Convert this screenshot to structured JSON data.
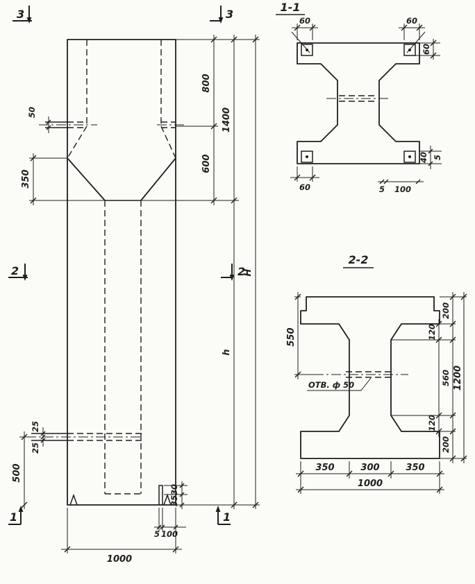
{
  "colors": {
    "ink": "#1e1e1e",
    "paper": "#fbfbf7"
  },
  "elevation": {
    "marks": {
      "m3": "3",
      "m2": "2",
      "m1": "1"
    },
    "dims": {
      "d800": "800",
      "d1400": "1400",
      "d600": "600",
      "dH": "H",
      "dh": "h",
      "d50": "50",
      "d350": "350",
      "d25a": "25",
      "d25b": "25",
      "d500": "500",
      "d1000": "1000",
      "d5": "5",
      "d100": "100",
      "d30": "30",
      "d35": "35"
    }
  },
  "section1": {
    "title": "1-1",
    "dims": {
      "d60tl": "60",
      "d60tr": "60",
      "d60r": "60",
      "d60bl": "60",
      "d5b": "5",
      "d100b": "100",
      "d40": "40",
      "d5r": "5"
    }
  },
  "section2": {
    "title": "2-2",
    "hole": "ОТВ. ф 50",
    "dims": {
      "d550": "550",
      "d200t": "200",
      "d120t": "120",
      "d560": "560",
      "d120b": "120",
      "d200b": "200",
      "d1200": "1200",
      "d350a": "350",
      "d300": "300",
      "d350b": "350",
      "d1000": "1000"
    }
  }
}
